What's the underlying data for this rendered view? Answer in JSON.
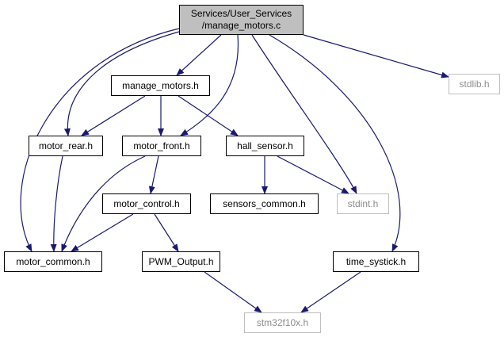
{
  "diagram": {
    "root": {
      "line1": "Services/User_Services",
      "line2": "/manage_motors.c"
    },
    "nodes": {
      "manage_motors_h": "manage_motors.h",
      "stdlib_h": "stdlib.h",
      "motor_rear_h": "motor_rear.h",
      "motor_front_h": "motor_front.h",
      "hall_sensor_h": "hall_sensor.h",
      "motor_control_h": "motor_control.h",
      "sensors_common_h": "sensors_common.h",
      "stdint_h": "stdint.h",
      "motor_common_h": "motor_common.h",
      "pwm_output_h": "PWM_Output.h",
      "time_systick_h": "time_systick.h",
      "stm32f10x_h": "stm32f10x.h"
    },
    "edges": [
      [
        "root",
        "manage_motors_h"
      ],
      [
        "root",
        "stdlib_h"
      ],
      [
        "root",
        "motor_rear_h"
      ],
      [
        "root",
        "motor_front_h"
      ],
      [
        "root",
        "stdint_h"
      ],
      [
        "root",
        "motor_common_h"
      ],
      [
        "root",
        "time_systick_h"
      ],
      [
        "manage_motors_h",
        "motor_rear_h"
      ],
      [
        "manage_motors_h",
        "motor_front_h"
      ],
      [
        "manage_motors_h",
        "hall_sensor_h"
      ],
      [
        "motor_rear_h",
        "motor_common_h"
      ],
      [
        "motor_front_h",
        "motor_control_h"
      ],
      [
        "motor_front_h",
        "motor_common_h"
      ],
      [
        "hall_sensor_h",
        "sensors_common_h"
      ],
      [
        "hall_sensor_h",
        "stdint_h"
      ],
      [
        "motor_control_h",
        "motor_common_h"
      ],
      [
        "motor_control_h",
        "pwm_output_h"
      ],
      [
        "pwm_output_h",
        "stm32f10x_h"
      ],
      [
        "time_systick_h",
        "stm32f10x_h"
      ]
    ],
    "colors": {
      "edge": "#191970",
      "root_fill": "#bfbfbf",
      "external_border": "#bfbfbf",
      "external_text": "#8c8c8c"
    }
  }
}
